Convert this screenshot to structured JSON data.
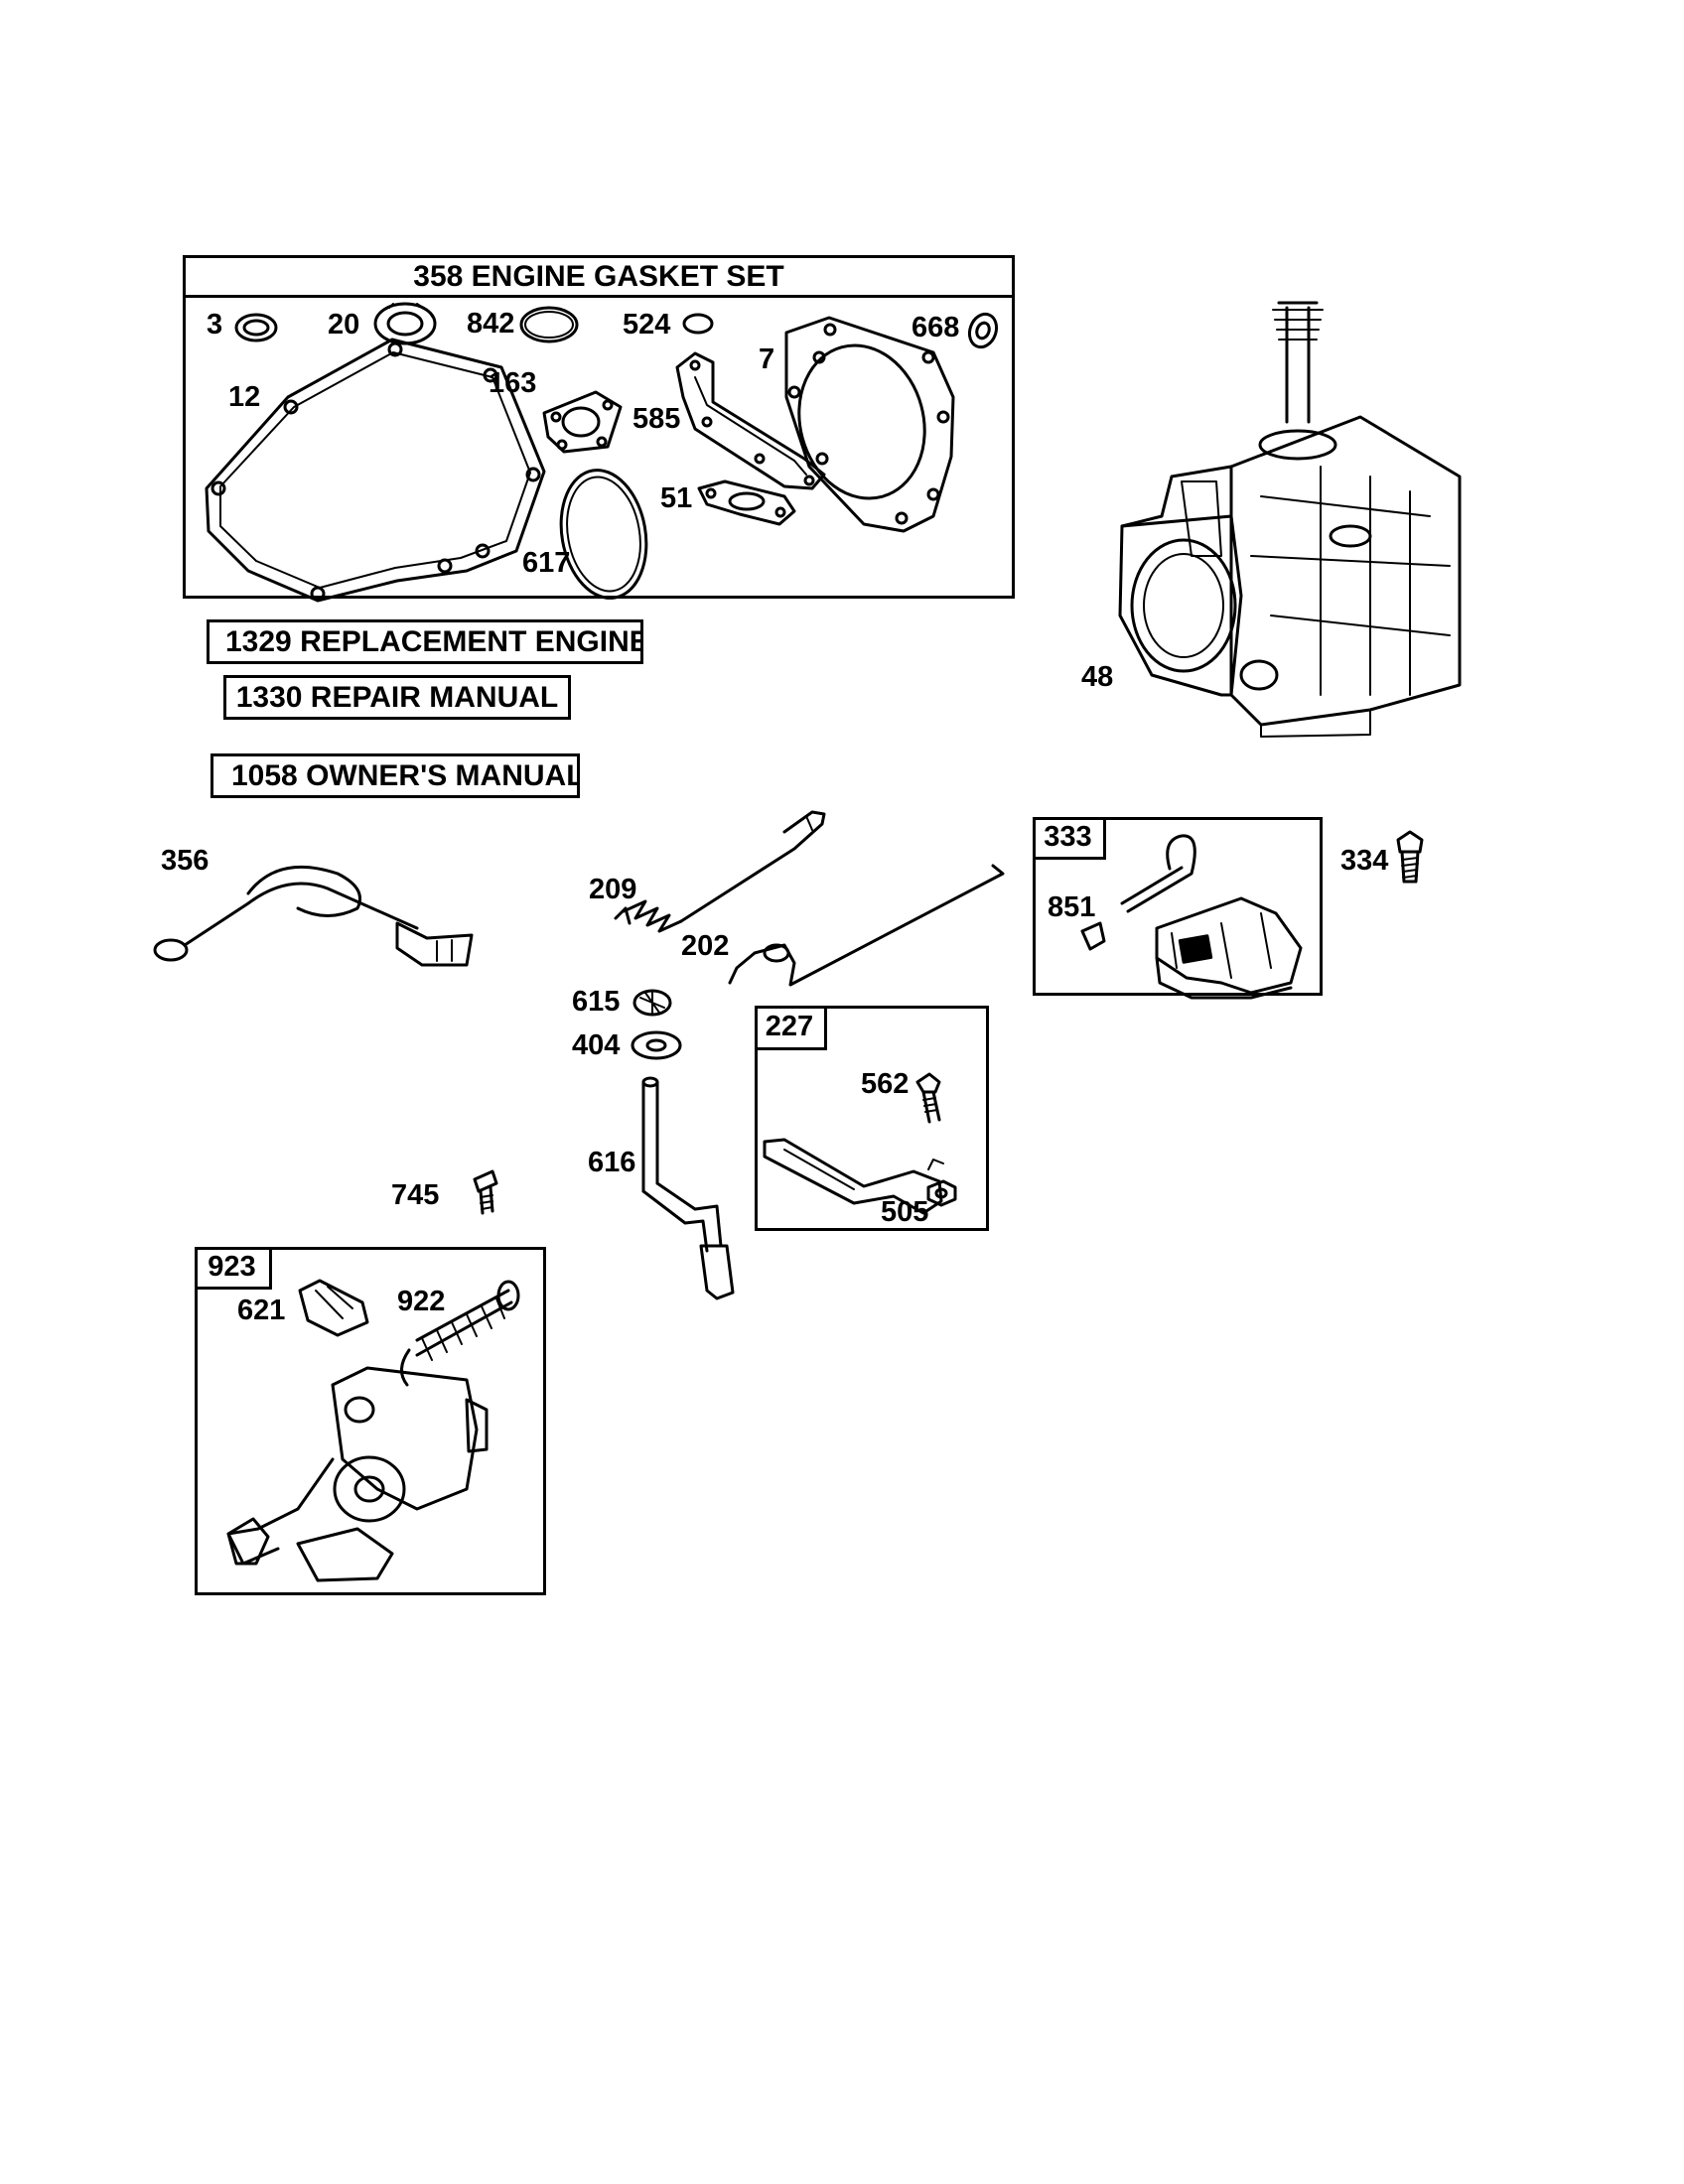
{
  "gasket_set": {
    "title": "358 ENGINE GASKET SET",
    "labels": {
      "p3": "3",
      "p20": "20",
      "p842": "842",
      "p524": "524",
      "p668": "668",
      "p12": "12",
      "p163": "163",
      "p585": "585",
      "p7": "7",
      "p51": "51",
      "p617": "617"
    }
  },
  "kits": {
    "replacement_engine": "1329 REPLACEMENT ENGINE",
    "repair_manual": "1330 REPAIR MANUAL",
    "owners_manual": "1058 OWNER'S MANUAL"
  },
  "parts": {
    "p48": "48",
    "p356": "356",
    "p209": "209",
    "p202": "202",
    "p615": "615",
    "p404": "404",
    "p616": "616",
    "p745": "745",
    "p334": "334"
  },
  "ignition_box": {
    "tag": "333",
    "p851": "851"
  },
  "lever_box": {
    "tag": "227",
    "p562": "562",
    "p505": "505"
  },
  "governor_box": {
    "tag": "923",
    "p621": "621",
    "p922": "922"
  }
}
